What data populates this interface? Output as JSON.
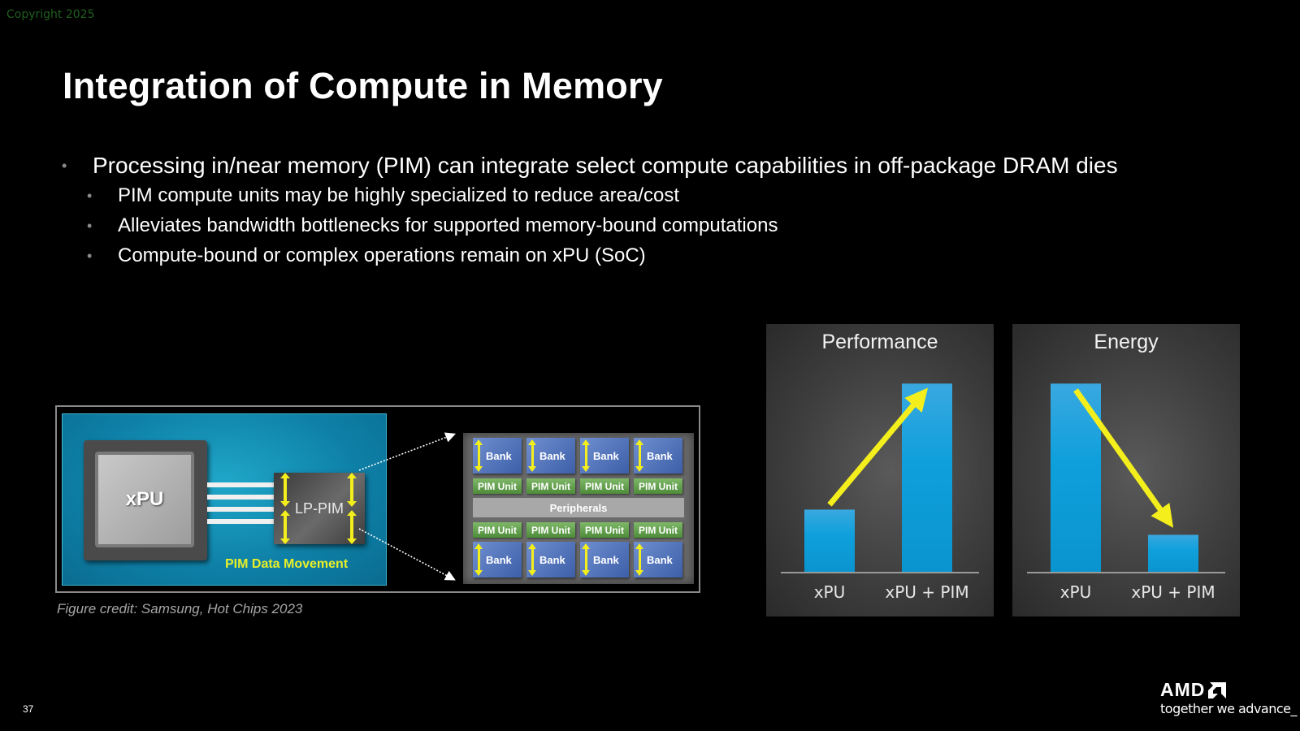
{
  "copyright": "Copyright 2025",
  "title": "Integration of Compute in Memory",
  "bullets": {
    "main": "Processing in/near memory (PIM) can integrate select compute capabilities in off-package DRAM dies",
    "sub": [
      "PIM compute units may be highly specialized to reduce area/cost",
      "Alleviates bandwidth bottlenecks for supported memory-bound computations",
      "Compute-bound or complex operations remain on xPU (SoC)"
    ],
    "bullet_glyph": "•"
  },
  "figure": {
    "xpu_label": "xPU",
    "lppim_label": "LP-PIM",
    "data_movement_label": "PIM Data Movement",
    "bank_label": "Bank",
    "pim_unit_label": "PIM Unit",
    "peripherals_label": "Peripherals",
    "credit": "Figure credit: Samsung, Hot Chips 2023",
    "colors": {
      "highlight_yellow": "#f4ef1c",
      "soc_blue": "#1fa7c9",
      "bank_blue": "#4d6fb8",
      "pim_green": "#5e9c48"
    }
  },
  "chart_data": [
    {
      "type": "bar",
      "title": "Performance",
      "categories": [
        "xPU",
        "xPU + PIM"
      ],
      "values": [
        1.0,
        3.0
      ],
      "ylim": [
        0,
        3.3
      ],
      "xlabel": "",
      "ylabel": "",
      "grid": false,
      "annotation": "upward-arrow",
      "bar_color": "#0fa0dc"
    },
    {
      "type": "bar",
      "title": "Energy",
      "categories": [
        "xPU",
        "xPU + PIM"
      ],
      "values": [
        3.0,
        0.6
      ],
      "ylim": [
        0,
        3.3
      ],
      "xlabel": "",
      "ylabel": "",
      "grid": false,
      "annotation": "downward-arrow",
      "bar_color": "#0fa0dc"
    }
  ],
  "footer": {
    "page_number": "37",
    "logo_text": "AMD",
    "tagline": "together we advance_"
  }
}
